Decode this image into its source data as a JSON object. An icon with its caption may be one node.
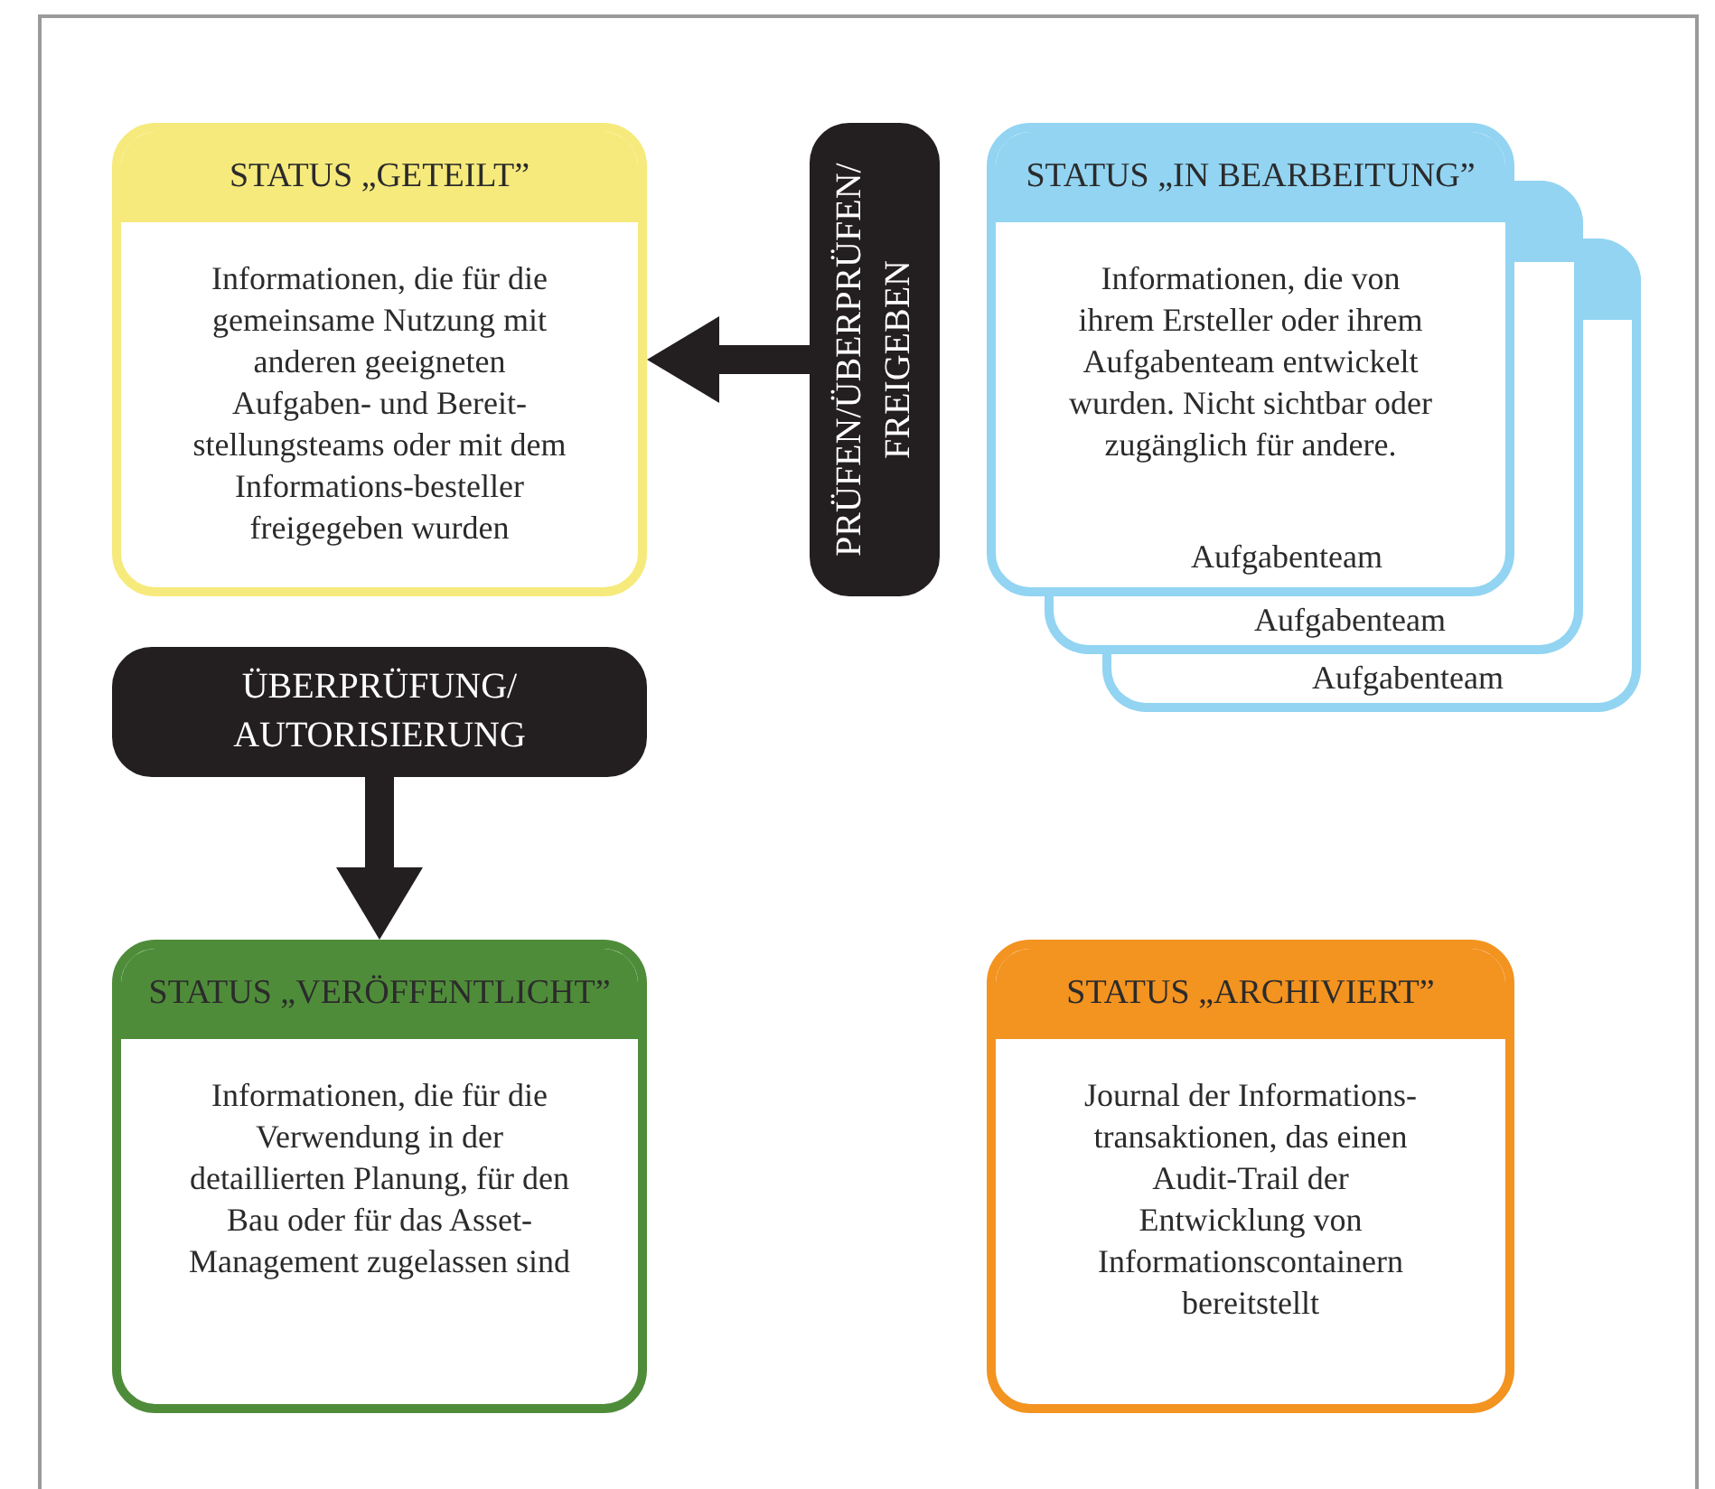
{
  "diagram": {
    "nodes": [
      {
        "text": [
          "STATUS „GETEILT”",
          "Informationen, die für die gemeinsame Nutzung mit anderen geeigneten Aufgaben- und Bereit-stellungsteams oder mit dem Informations-besteller freigegeben wurden"
        ]
      },
      {
        "text": [
          "PRÜFEN/ÜBERPRÜFEN/ FREIGEBEN"
        ]
      },
      {
        "text": [
          "STATUS „IN BEARBEITUNG”",
          "Informationen, die von ihrem Ersteller oder ihrem Aufgabenteam entwickelt wurden. Nicht sichtbar oder zugänglich für andere.",
          "Aufgabenteam"
        ]
      },
      {
        "text": [
          "Aufgabenteam"
        ]
      },
      {
        "text": [
          "Aufgabenteam"
        ]
      },
      {
        "text": [
          "ÜBERPRÜFUNG/ AUTORISIERUNG"
        ]
      },
      {
        "text": [
          "STATUS „VERÖFFENTLICHT”",
          "Informationen, die für die Verwendung in der detaillierten Planung, für den Bau oder für das Asset-Management zugelassen sind"
        ]
      },
      {
        "text": [
          "STATUS „ARCHIVIERT”",
          "Journal der Informations-transaktionen, das einen Audit-Trail der Entwicklung von Informationscontainern bereitstellt"
        ]
      }
    ],
    "edges": [
      {
        "from": 1,
        "to": 0,
        "arrow": "to"
      },
      {
        "from": 5,
        "to": 6,
        "arrow": "to"
      }
    ]
  }
}
